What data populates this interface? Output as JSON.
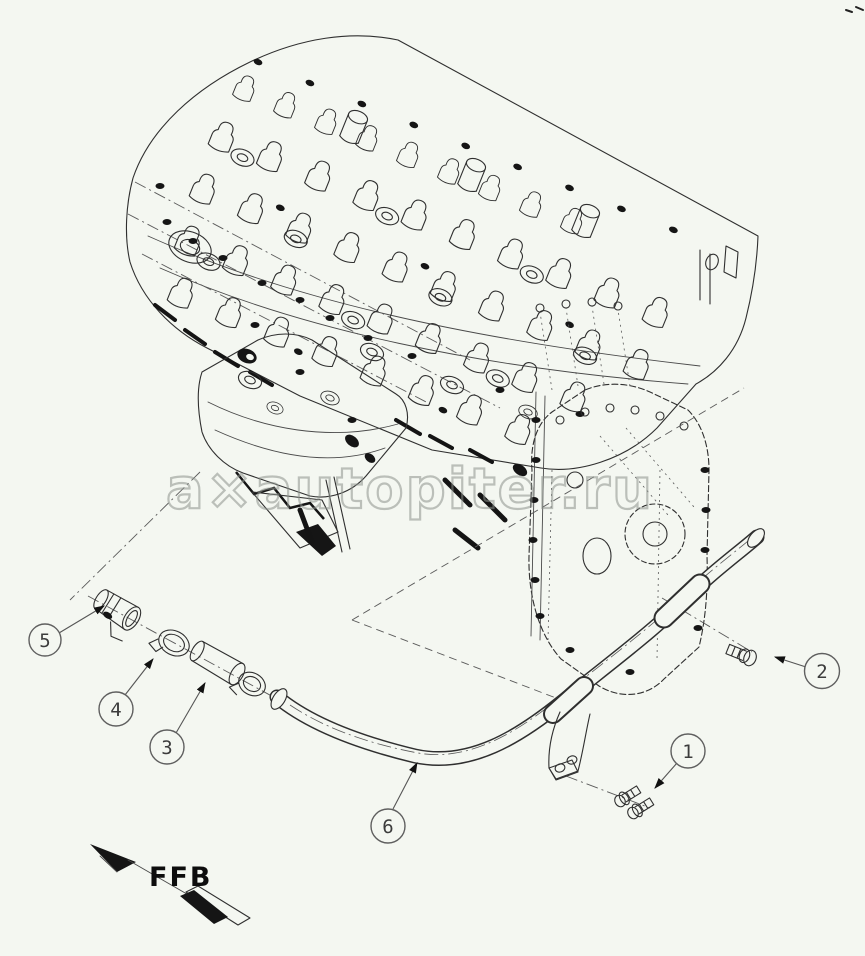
{
  "figure": {
    "kind": "exploded-parts-diagram",
    "subject": "Engine cylinder head with rocker housing, gear housing and breather vent pipe assembly"
  },
  "watermark": {
    "text": "a×autopiter.ru",
    "color": "#8d938d"
  },
  "callouts": [
    {
      "label": "1"
    },
    {
      "label": "2"
    },
    {
      "label": "3"
    },
    {
      "label": "4"
    },
    {
      "label": "5"
    },
    {
      "label": "6"
    }
  ],
  "direction_indicator": {
    "label": "FFB"
  },
  "colors": {
    "background": "#f4f7f1",
    "line": "#2f2f2f",
    "leader": "#555555",
    "callout_ring": "#5f5f5f"
  }
}
